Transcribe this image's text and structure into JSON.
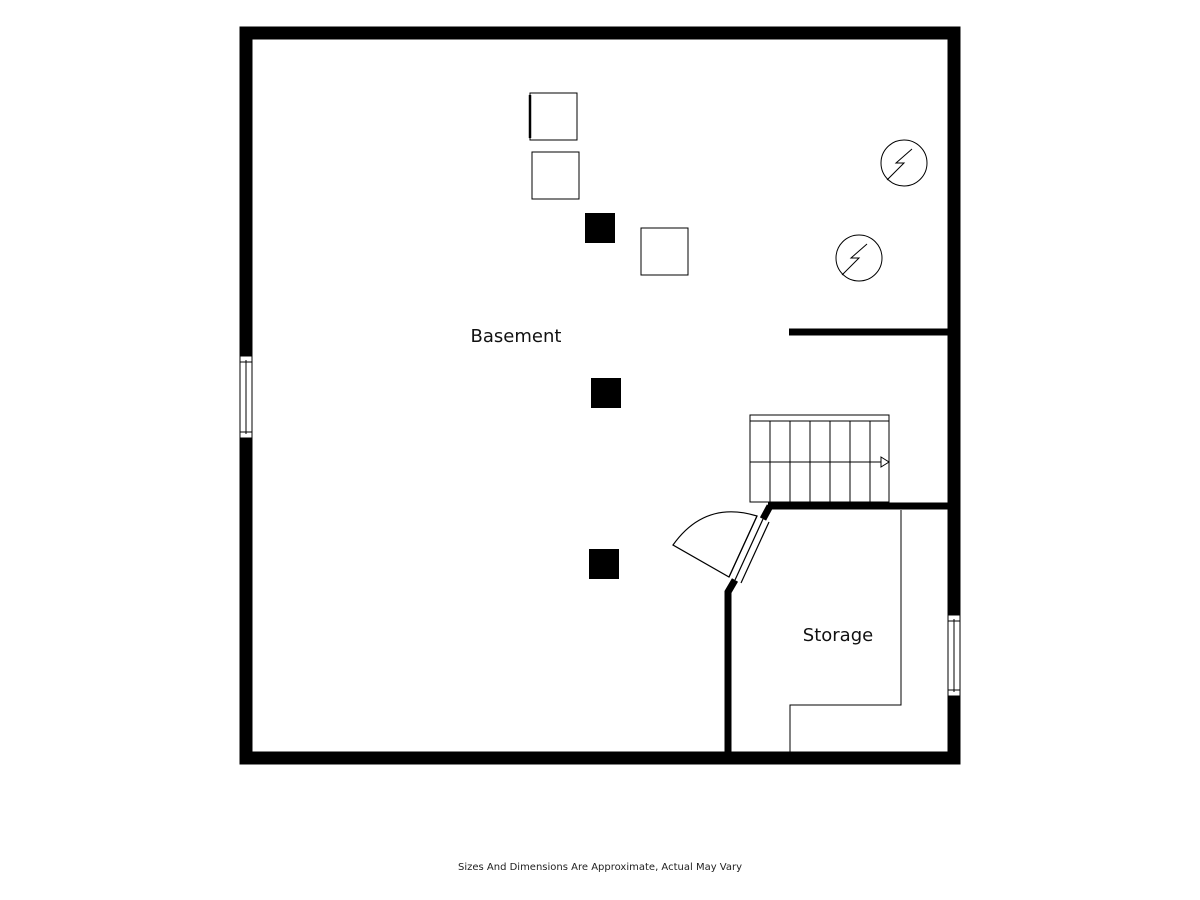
{
  "floor_plan": {
    "rooms": [
      {
        "name": "Basement"
      },
      {
        "name": "Storage"
      }
    ],
    "footer_note": "Sizes And Dimensions Are Approximate, Actual May Vary"
  }
}
